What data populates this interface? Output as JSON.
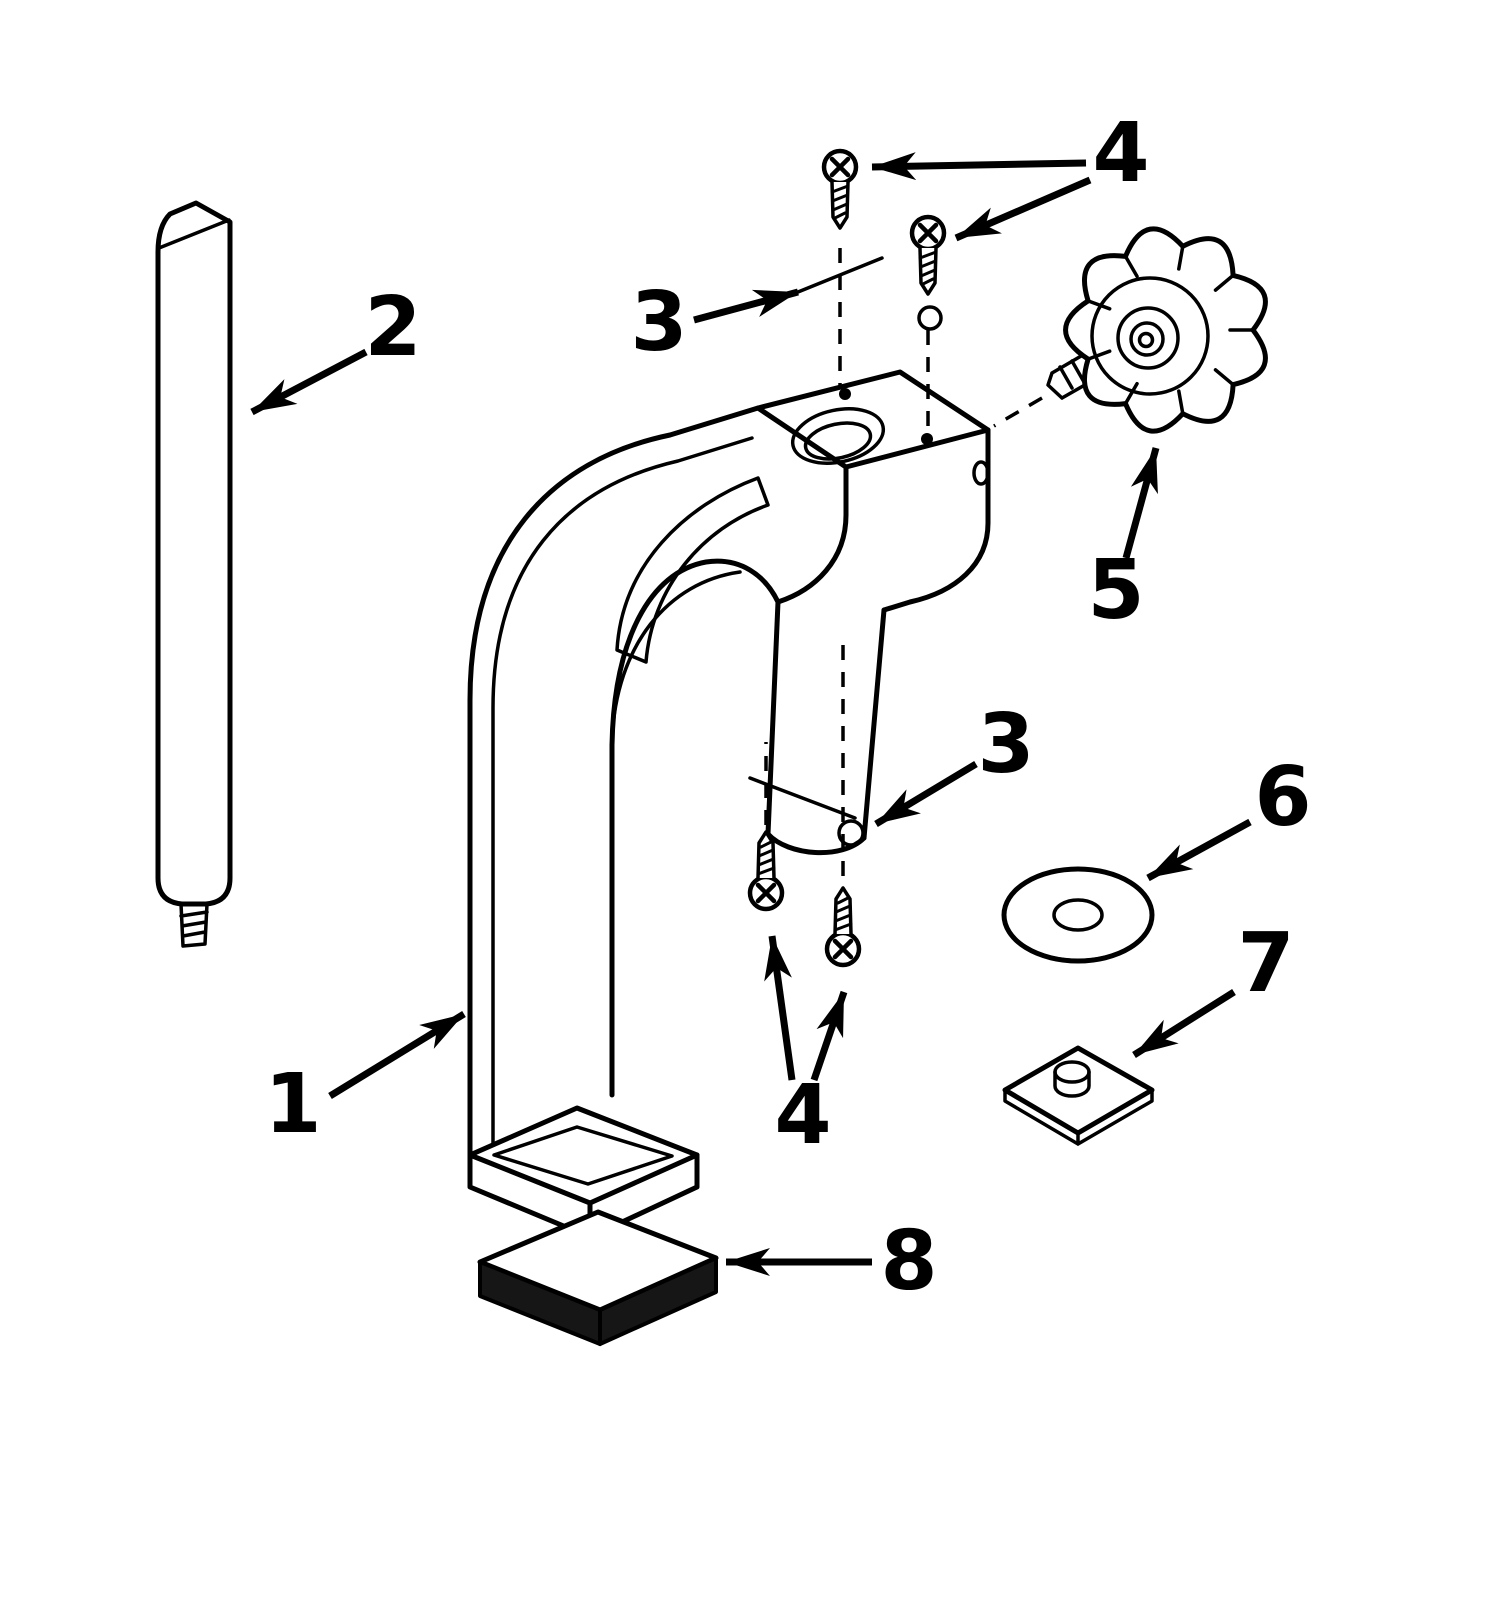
{
  "diagram": {
    "kind": "exploded-parts-line-drawing",
    "colors": {
      "ink": "#000000",
      "background": "#ffffff",
      "pad_fill": "#161616"
    },
    "labels": {
      "part1": "1",
      "part2": "2",
      "part3_top": "3",
      "part3_bottom": "3",
      "part4_top": "4",
      "part4_bottom": "4",
      "part5": "5",
      "part6": "6",
      "part7": "7",
      "part8": "8"
    }
  }
}
